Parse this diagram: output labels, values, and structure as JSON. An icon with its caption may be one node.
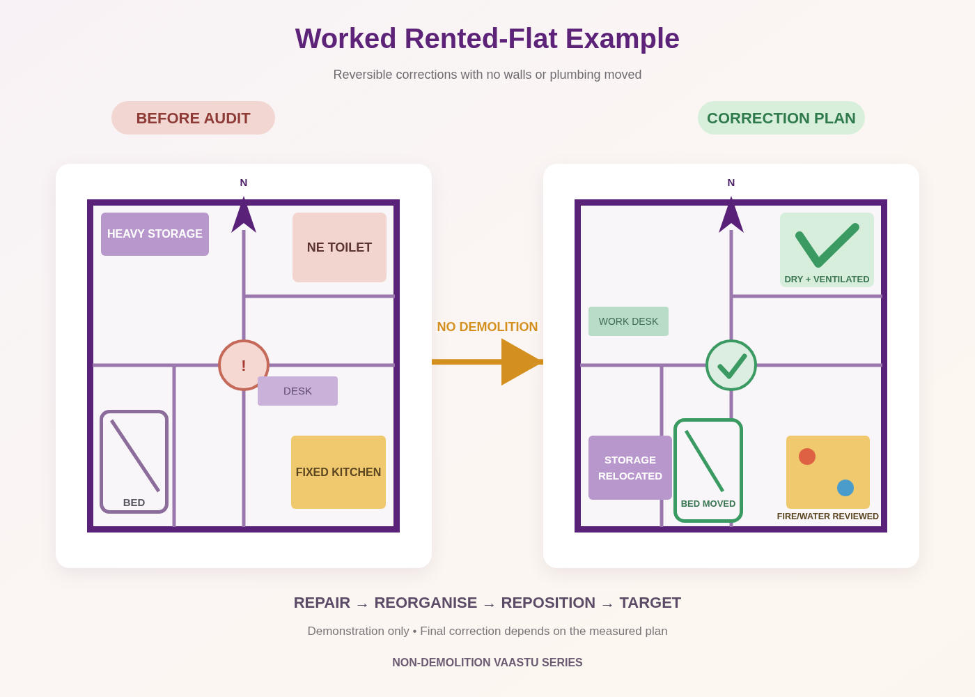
{
  "diagram": {
    "title": "Worked Rented-Flat Example",
    "nodes": [
      {
        "text": [
          "BEFORE AUDIT"
        ]
      },
      {
        "text": [
          "CORRECTION PLAN"
        ]
      },
      {
        "text": [],
        "shape": "box"
      },
      {
        "text": [
          "HEAVY STORAGE"
        ],
        "in": 2
      },
      {
        "text": [
          "NE TOILET"
        ],
        "in": 2
      },
      {
        "text": [
          "!"
        ],
        "in": 2
      },
      {
        "text": [
          "DESK"
        ],
        "in": 2
      },
      {
        "text": [
          "BED"
        ],
        "in": 2
      },
      {
        "text": [
          "FIXED KITCHEN"
        ],
        "in": 2
      },
      {
        "text": [],
        "shape": "box"
      },
      {
        "text": [
          "DRY + VENTILATED"
        ],
        "in": 9
      },
      {
        "text": [
          "WORK DESK"
        ],
        "in": 9
      },
      {
        "text": [],
        "shape": "circle",
        "in": 9
      },
      {
        "text": [
          "STORAGE RELOCATED"
        ],
        "in": 9
      },
      {
        "text": [
          "BED MOVED"
        ],
        "in": 9
      },
      {
        "text": [
          "FIRE/WATER REVIEWED"
        ],
        "in": 9
      }
    ],
    "edges": [
      {
        "from": 2,
        "to": 9,
        "arrow": "to",
        "label": "NO DEMOLITION",
        "color": "#d4901e"
      }
    ],
    "labels": [
      "Reversible corrections with no walls or plumbing moved",
      "N",
      "N",
      "REPAIR → REORGANISE → REPOSITION → TARGET",
      "Demonstration only • Final correction depends on the measured plan",
      "NON-DEMOLITION VAASTU SERIES"
    ]
  }
}
